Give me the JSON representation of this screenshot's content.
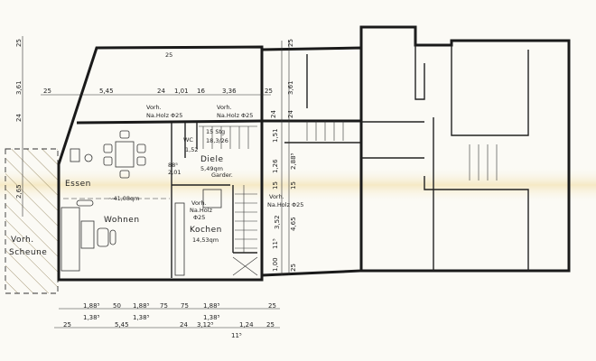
{
  "rooms": {
    "essen": "Essen",
    "wohnen": "Wohnen",
    "wohnen_area": "~41,08qm",
    "kochen": "Kochen",
    "kochen_area": "14,53qm",
    "diele": "Diele",
    "diele_area": "5,49qm",
    "wc": "WC",
    "wc_area": "1,52",
    "stairs_count": "15 Stg",
    "stairs_ratio": "18,3/26",
    "garderobe": "Garder.",
    "scheune_line1": "Vorh.",
    "scheune_line2": "Scheune"
  },
  "notes": {
    "vorh": "Vorh.",
    "holz": "Na.Holz Φ25",
    "holz_short": "Na.Holz",
    "phi": "Φ25",
    "door1": "88⁵",
    "door2": "2,01",
    "top_wall": "25"
  },
  "dimensions": {
    "top": [
      "25",
      "5,45",
      "24",
      "1,01",
      "16",
      "3,36",
      "25"
    ],
    "left": [
      "25",
      "3,61",
      "24",
      "2,65"
    ],
    "right": [
      "25",
      "3,61",
      "24",
      "24",
      "1,51",
      "1,26",
      "15",
      "2,88⁵",
      "15",
      "3,52",
      "4,65",
      "11⁵",
      "1,00",
      "25"
    ],
    "bottom_row1": [
      "1,88⁵",
      "50",
      "1,88⁵",
      "75",
      "75",
      "1,88⁵",
      "25"
    ],
    "bottom_row2": [
      "1,38⁵",
      "1,38⁵",
      "1,38⁵"
    ],
    "bottom_row3": [
      "25",
      "5,45",
      "24",
      "3,12⁵",
      "1,24",
      "25",
      "11⁵"
    ]
  }
}
